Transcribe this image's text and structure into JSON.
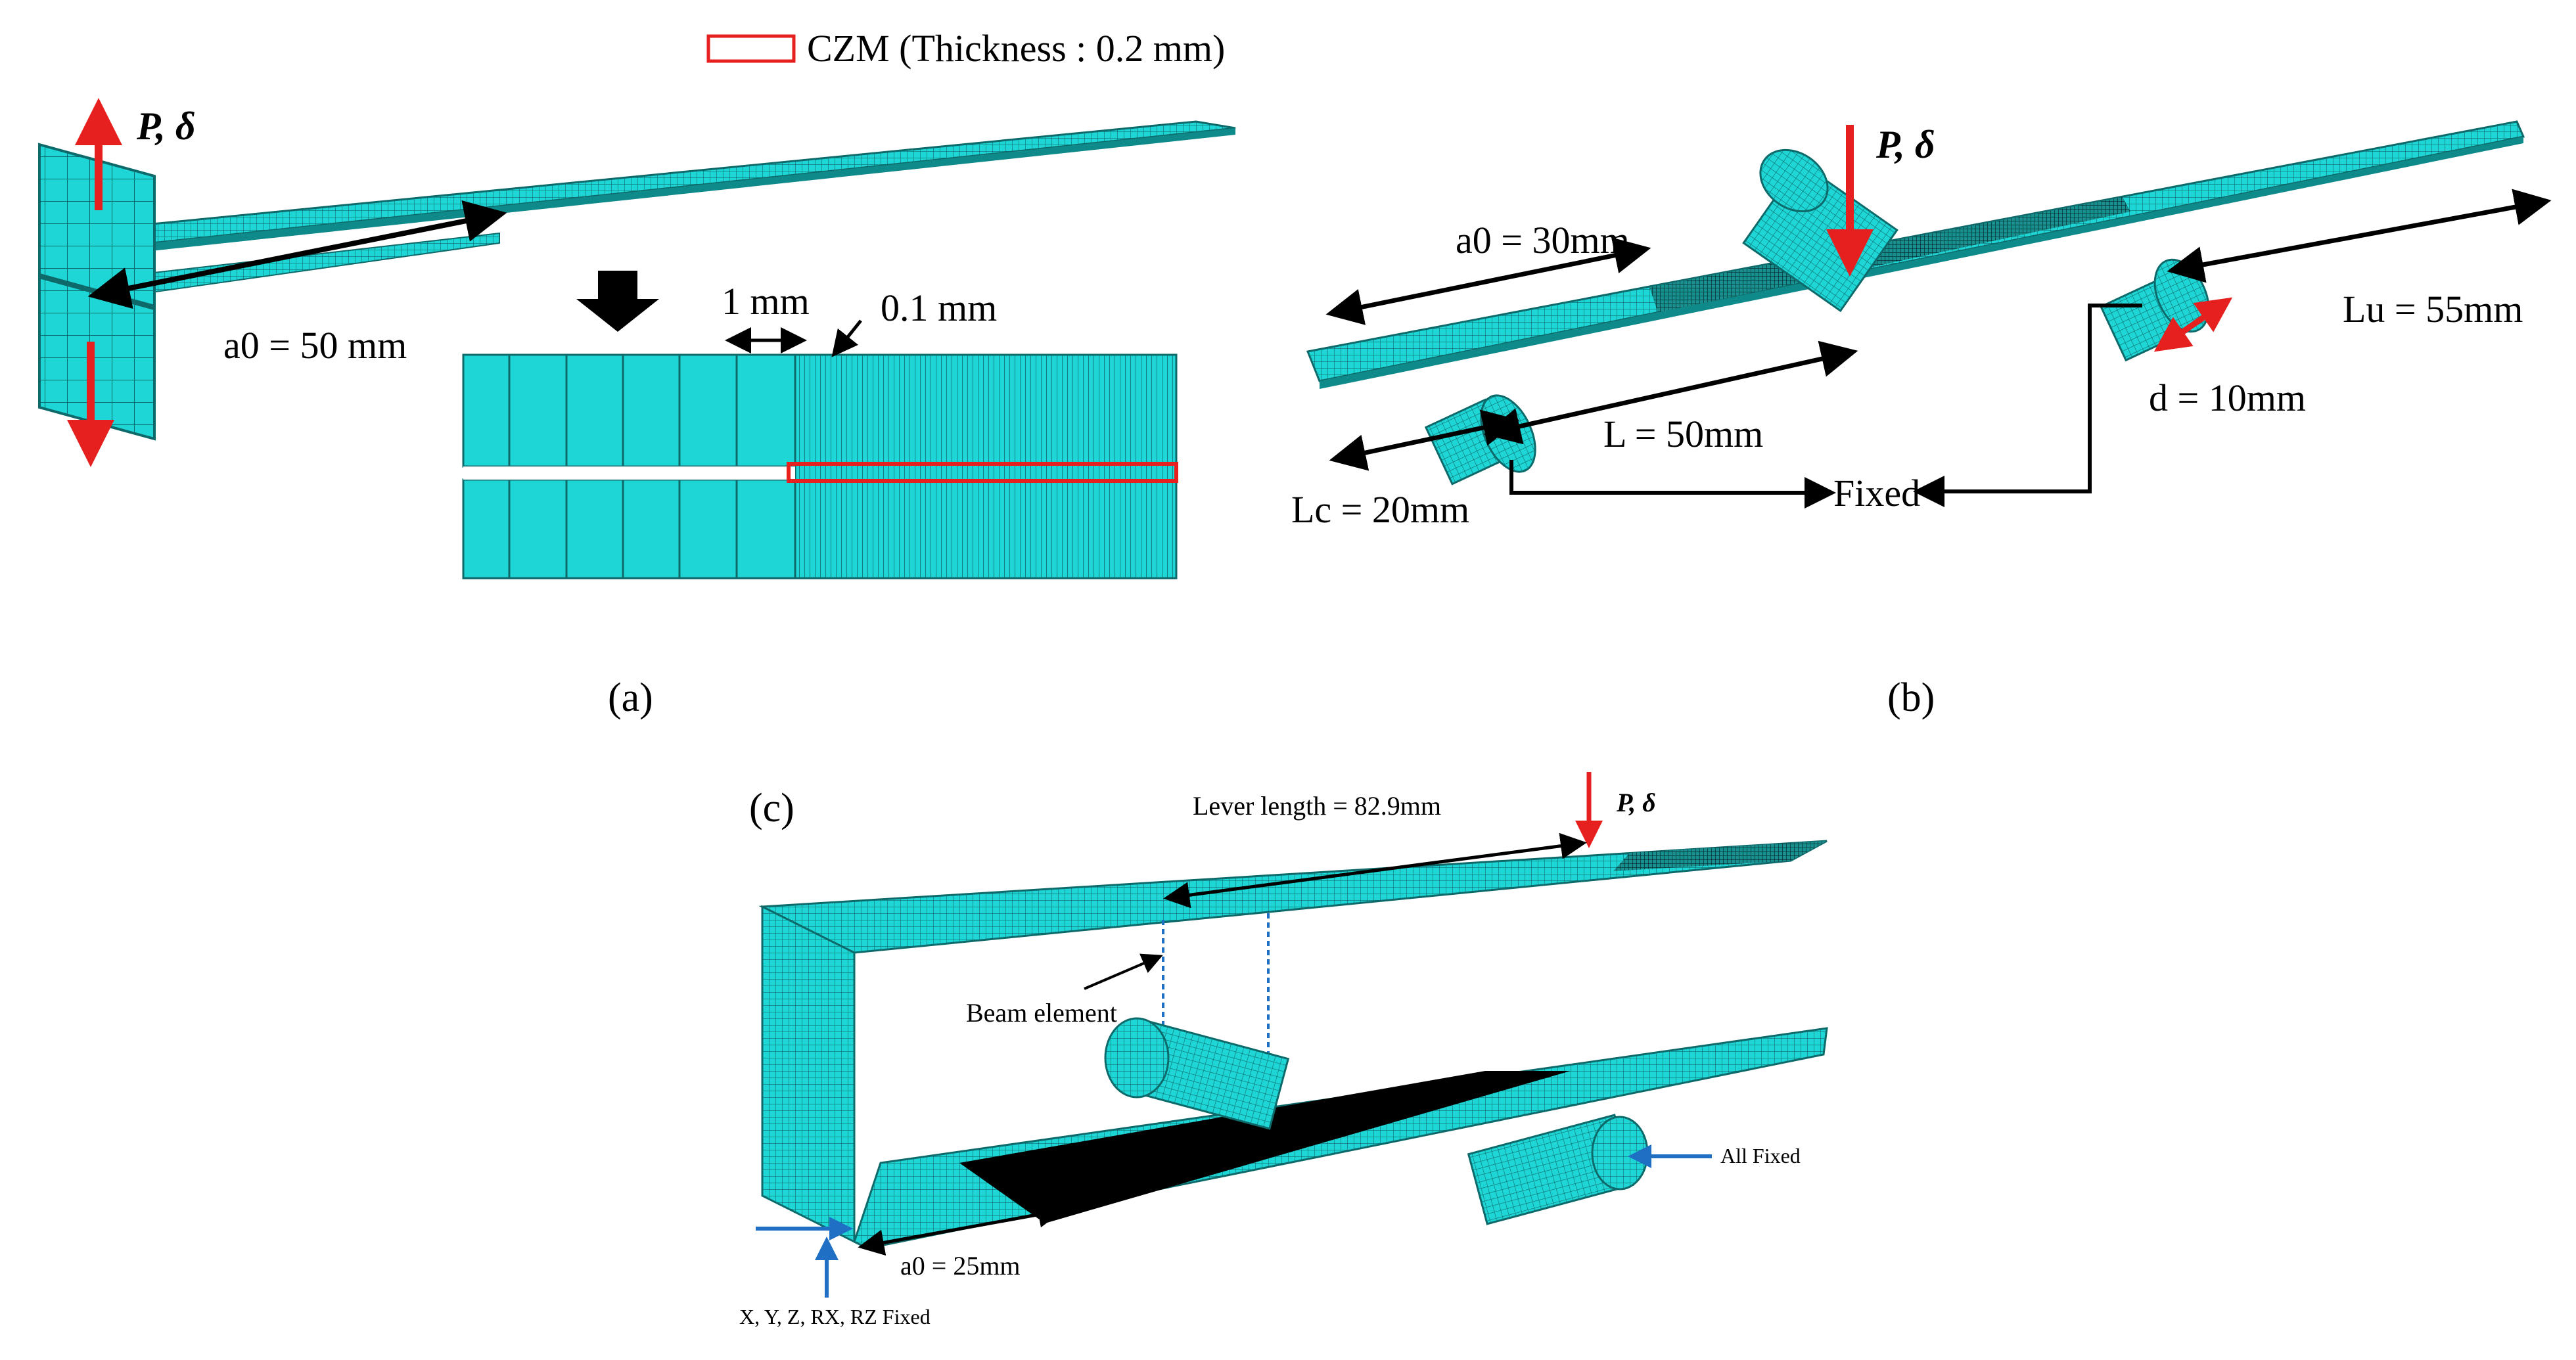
{
  "colors": {
    "mesh": "#1fd6d6",
    "mesh_line": "#0e6a6a",
    "dense": "#0b3a3a",
    "black": "#000000",
    "red": "#e5201f",
    "blue": "#1f6fc4"
  },
  "panel_a": {
    "caption": "(a)",
    "legend": "CZM (Thickness : 0.2 mm)",
    "load": "P, δ",
    "crack": "a0 = 50 mm",
    "dim_1mm": "1 mm",
    "dim_01mm": "0.1 mm"
  },
  "panel_b": {
    "caption": "(b)",
    "load": "P, δ",
    "a0": "a0 = 30mm",
    "L": "L = 50mm",
    "Lu": "Lu = 55mm",
    "d": "d = 10mm",
    "Lc": "Lc = 20mm",
    "fixed": "Fixed"
  },
  "panel_c": {
    "caption": "(c)",
    "lever": "Lever length = 82.9mm",
    "load": "P, δ",
    "beam": "Beam element",
    "all_fixed": "All Fixed",
    "a0": "a0 = 25mm",
    "bc": "X, Y, Z, RX, RZ Fixed"
  }
}
